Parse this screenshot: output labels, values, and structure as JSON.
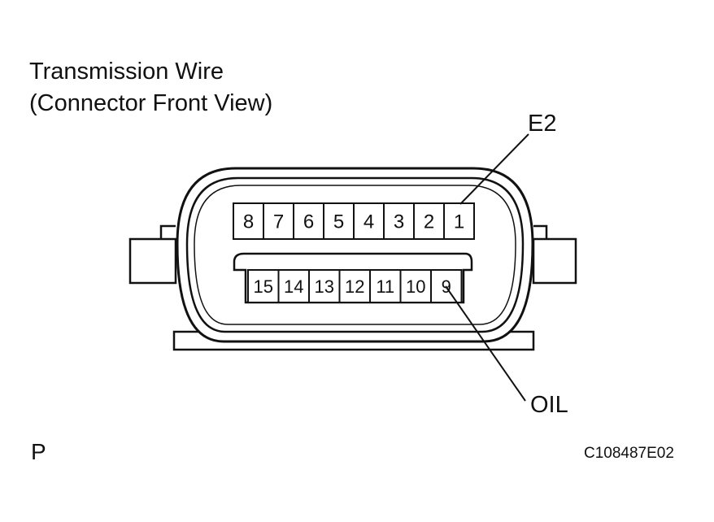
{
  "title_line1": "Transmission Wire",
  "title_line2": "(Connector Front View)",
  "callouts": {
    "e2": "E2",
    "oil": "OIL"
  },
  "top_row_pins": [
    "8",
    "7",
    "6",
    "5",
    "4",
    "3",
    "2",
    "1"
  ],
  "bottom_row_pins": [
    "15",
    "14",
    "13",
    "12",
    "11",
    "10",
    "9"
  ],
  "corner_mark": "P",
  "figure_code": "C108487E02"
}
